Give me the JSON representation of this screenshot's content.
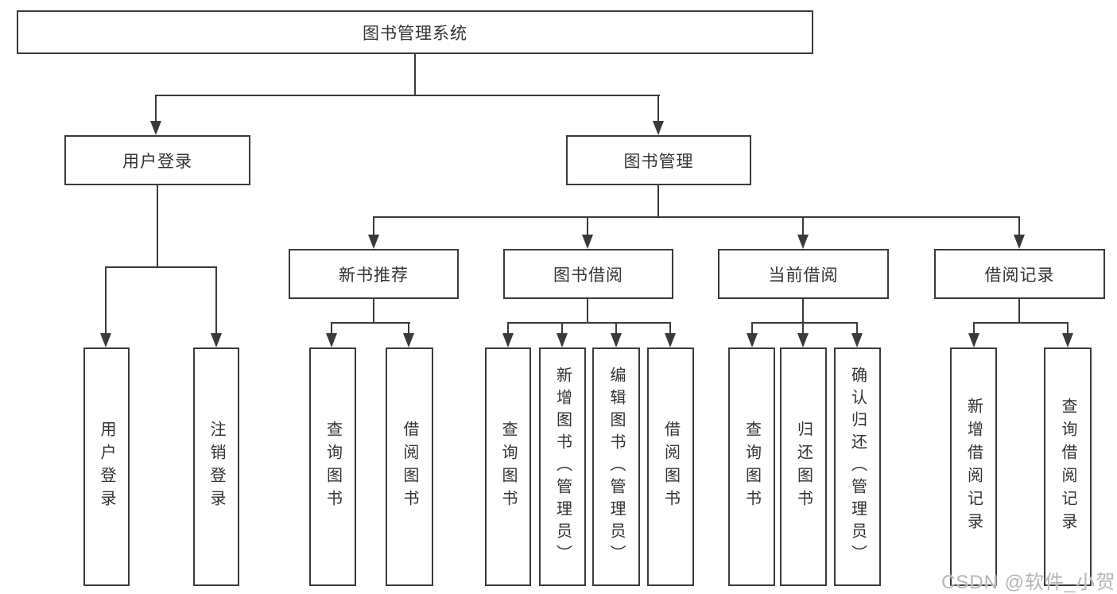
{
  "title": "图书管理系统",
  "watermark": "CSDN @软件_小贺同学",
  "colors": {
    "line": "#3a3a3a",
    "text": "#333333",
    "watermark": "#b6b6b6",
    "background": "#ffffff"
  },
  "tree": {
    "root": {
      "label": "图书管理系统"
    },
    "branches": [
      {
        "label": "用户登录",
        "children": [
          {
            "label": "用户登录"
          },
          {
            "label": "注销登录"
          }
        ]
      },
      {
        "label": "图书管理",
        "children": [
          {
            "label": "新书推荐",
            "children": [
              {
                "label": "查询图书"
              },
              {
                "label": "借阅图书"
              }
            ]
          },
          {
            "label": "图书借阅",
            "children": [
              {
                "label": "查询图书"
              },
              {
                "label": "新增图书（管理员）"
              },
              {
                "label": "编辑图书（管理员）"
              },
              {
                "label": "借阅图书"
              }
            ]
          },
          {
            "label": "当前借阅",
            "children": [
              {
                "label": "查询图书"
              },
              {
                "label": "归还图书"
              },
              {
                "label": "确认归还（管理员）"
              }
            ]
          },
          {
            "label": "借阅记录",
            "children": [
              {
                "label": "新增借阅记录"
              },
              {
                "label": "查询借阅记录"
              }
            ]
          }
        ]
      }
    ]
  }
}
